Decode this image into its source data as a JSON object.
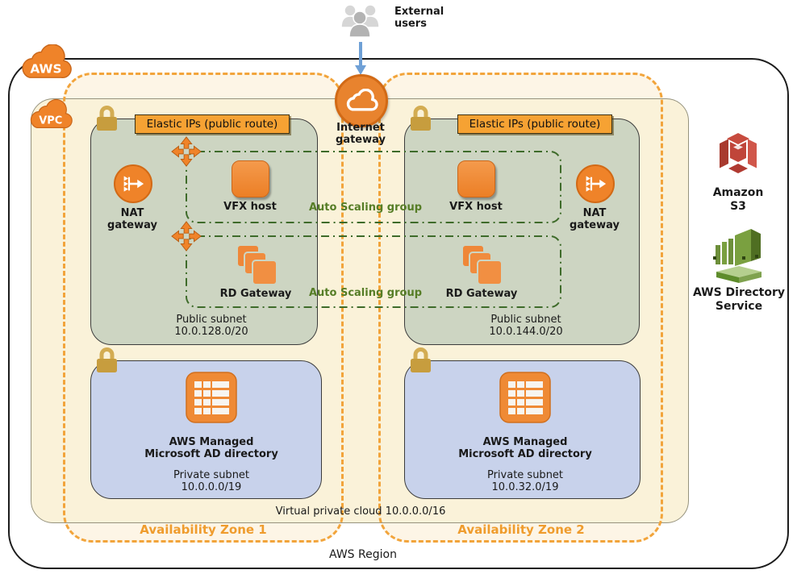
{
  "title": "AWS VFX burst rendering architecture diagram",
  "external_users": {
    "label": "External\nusers"
  },
  "internet_gateway": {
    "label": "Internet\ngateway"
  },
  "aws_cloud_logo": "AWS",
  "vpc_cloud_logo": "VPC",
  "vpc": {
    "label": "Virtual private cloud 10.0.0.0/16"
  },
  "region": {
    "label": "AWS Region"
  },
  "zones": [
    {
      "label": "Availability Zone 1",
      "elastic_ips_label": "Elastic IPs (public route)",
      "nat_gateway_label": "NAT\ngateway",
      "vfx_host_label": "VFX host",
      "rd_gateway_label": "RD Gateway",
      "public_subnet": {
        "name": "Public subnet",
        "cidr": "10.0.128.0/20"
      },
      "ad_directory_label": "AWS Managed\nMicrosoft AD directory",
      "private_subnet": {
        "name": "Private subnet",
        "cidr": "10.0.0.0/19"
      }
    },
    {
      "label": "Availability Zone 2",
      "elastic_ips_label": "Elastic IPs (public route)",
      "nat_gateway_label": "NAT\ngateway",
      "vfx_host_label": "VFX host",
      "rd_gateway_label": "RD Gateway",
      "public_subnet": {
        "name": "Public subnet",
        "cidr": "10.0.144.0/20"
      },
      "ad_directory_label": "AWS Managed\nMicrosoft AD directory",
      "private_subnet": {
        "name": "Private subnet",
        "cidr": "10.0.32.0/19"
      }
    }
  ],
  "auto_scaling_groups": [
    {
      "label": "Auto Scaling group"
    },
    {
      "label": "Auto Scaling group"
    }
  ],
  "services": [
    {
      "label": "Amazon\nS3"
    },
    {
      "label": "AWS Directory\nService"
    }
  ],
  "colors": {
    "aws_orange": "#ef8329",
    "az_dash_orange": "#f2a43b",
    "az_fill": "#fdf5e6",
    "vpc_fill": "#faf2d9",
    "public_subnet_fill": "#cdd5c2",
    "private_subnet_fill": "#c8d2eb",
    "asg_green": "#3e6b2a",
    "asg_label_green": "#567d26",
    "lock_gold": "#c79d3e",
    "arrow_blue": "#6fa0d6",
    "s3_red": "#c0453a",
    "directory_green": "#6d8f3a"
  }
}
